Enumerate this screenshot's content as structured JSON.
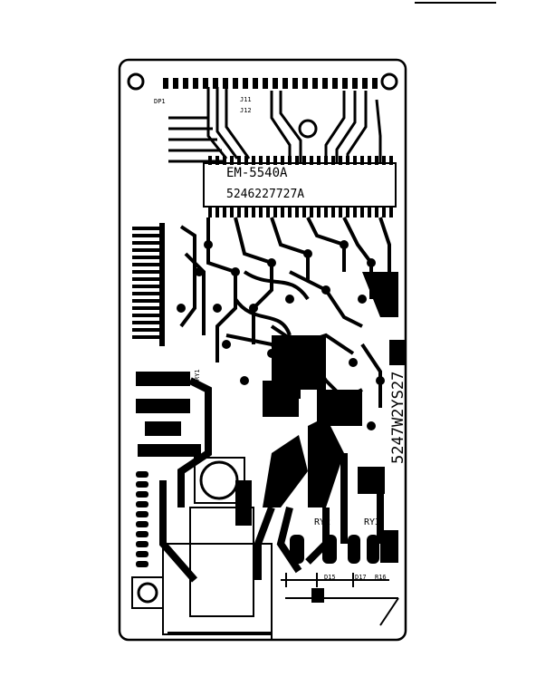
{
  "board": {
    "model_label": "EM-5540A",
    "part_number_label": "5246227727A",
    "vertical_label": "5247W2YS27",
    "relay_labels": [
      "RY2",
      "RY3"
    ],
    "relay_small_label": "RY1",
    "diode_labels": [
      "D15",
      "D17",
      "R16"
    ],
    "connector_label": "DP1",
    "jumper_labels": [
      "J11",
      "J12"
    ]
  },
  "colors": {
    "ink": "#000000",
    "paper": "#ffffff"
  }
}
